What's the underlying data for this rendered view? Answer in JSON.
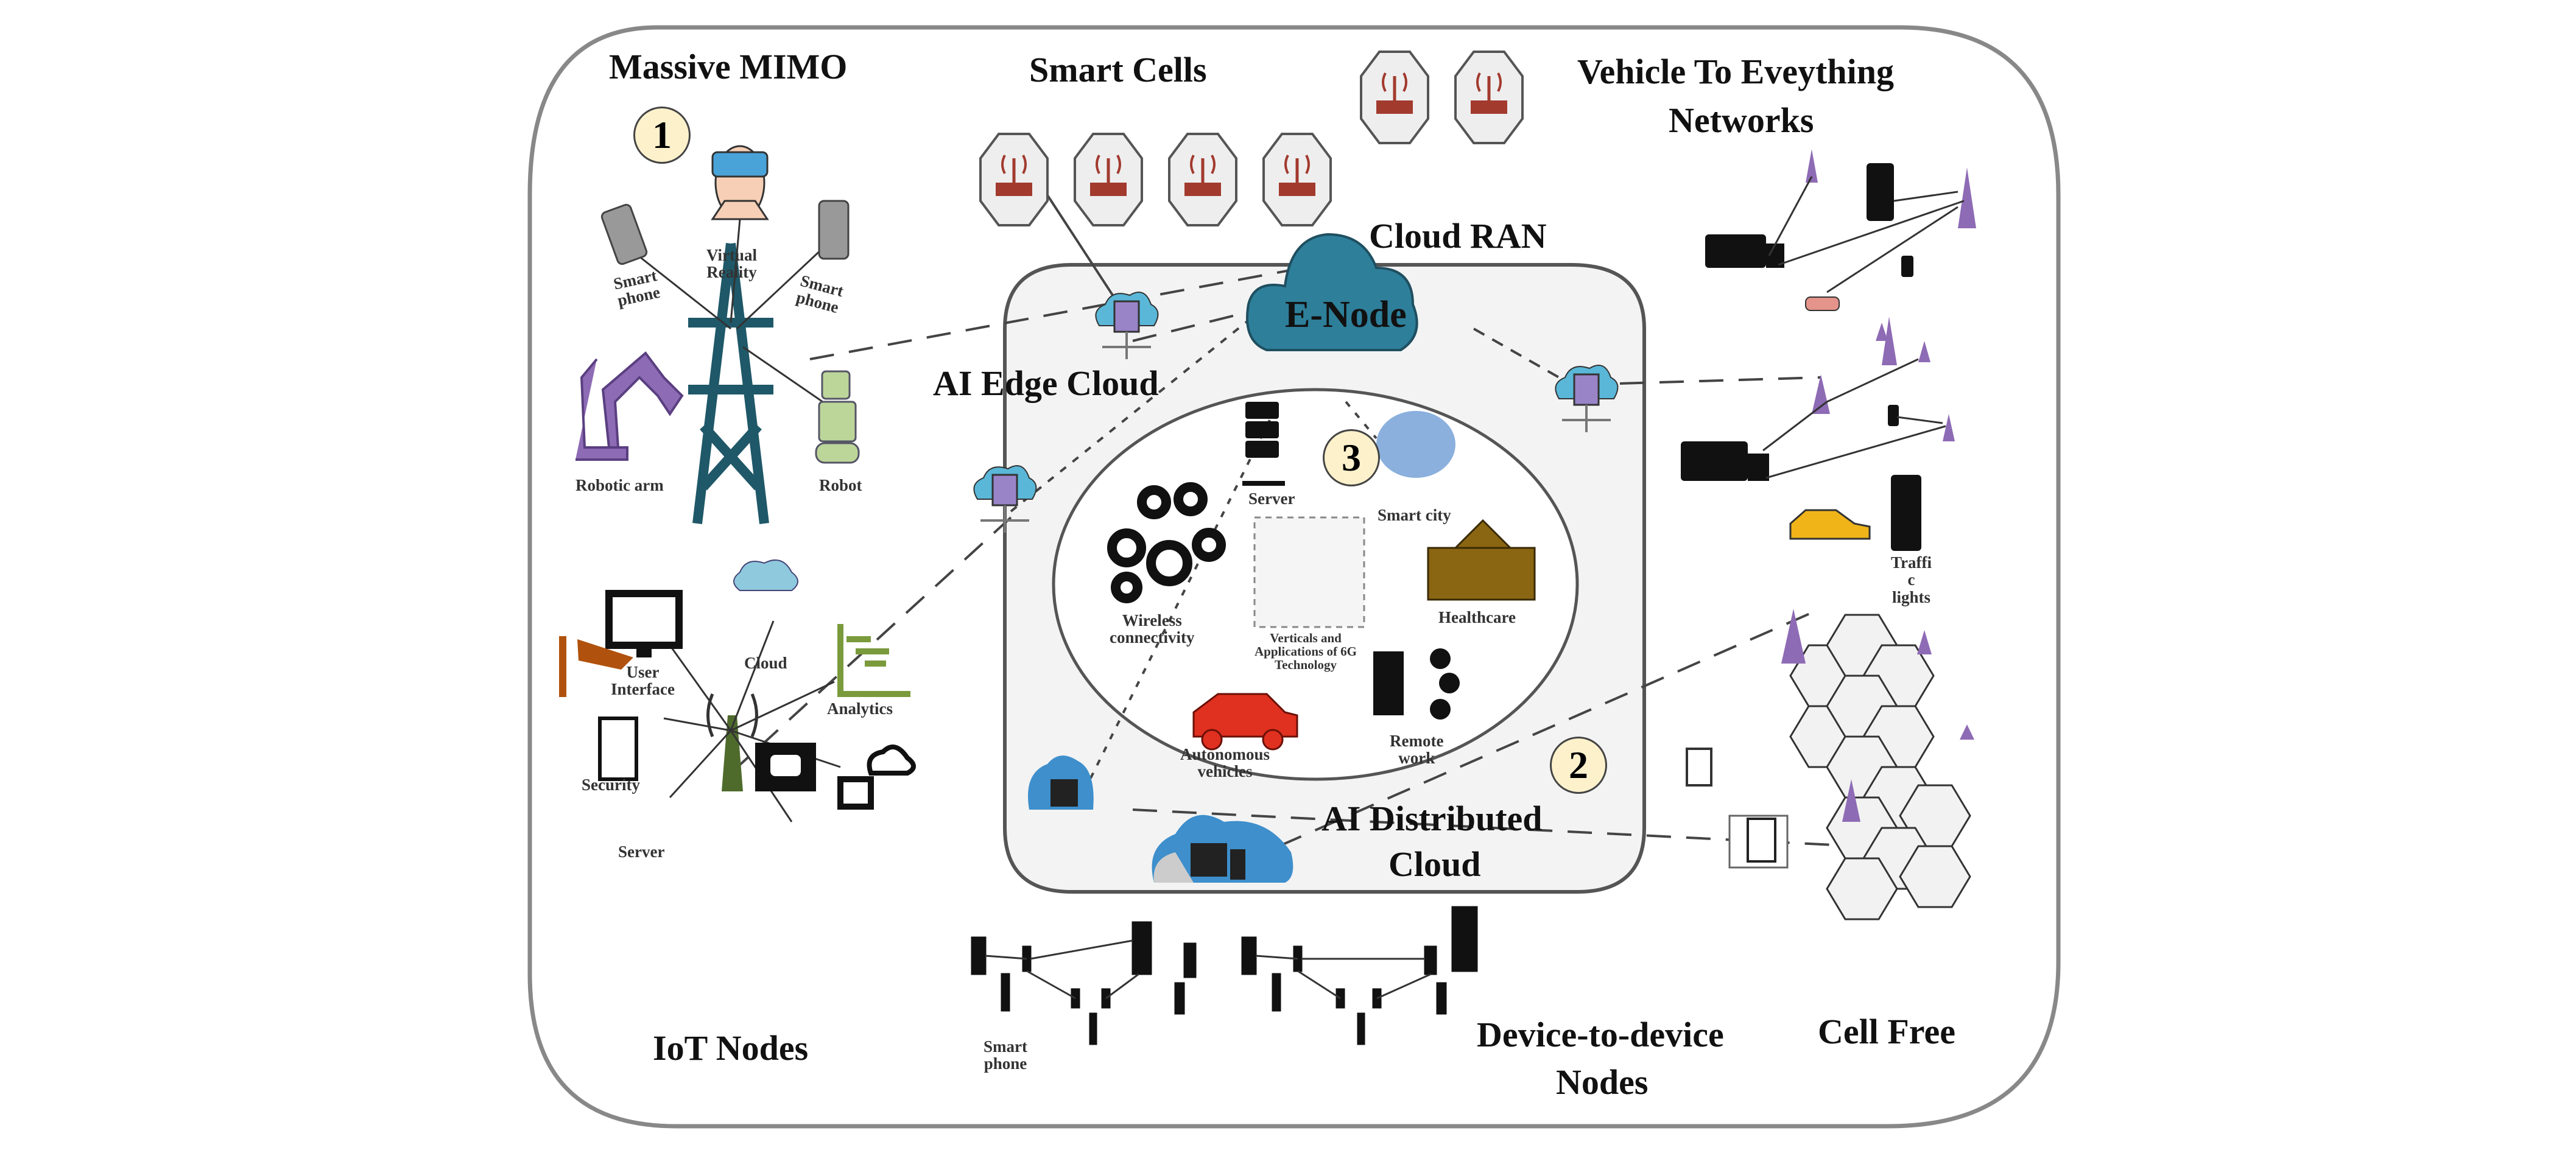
{
  "diagram": {
    "sections": {
      "massive_mimo": "Massive MIMO",
      "smart_cells": "Smart Cells",
      "v2x_line1": "Vehicle To Eveything",
      "v2x_line2": "Networks",
      "cloud_ran": "Cloud RAN",
      "ai_edge_cloud": "AI Edge Cloud",
      "ai_distributed_line1": "AI Distributed",
      "ai_distributed_line2": "Cloud",
      "iot_nodes": "IoT Nodes",
      "d2d_line1": "Device-to-device",
      "d2d_line2": "Nodes",
      "cell_free": "Cell Free"
    },
    "badges": [
      "1",
      "2",
      "3"
    ],
    "enode": "E-Node",
    "mimo_items": {
      "smartphone_left": [
        "Smart",
        "phone"
      ],
      "vr": [
        "Virtual",
        "Reality"
      ],
      "smartphone_right": [
        "Smart",
        "phone"
      ],
      "robotic_arm": "Robotic arm",
      "robot": "Robot"
    },
    "core_items": {
      "server": "Server",
      "smart_city": "Smart city",
      "healthcare": "Healthcare",
      "wireless": [
        "Wireless",
        "connectivity"
      ],
      "verticals": [
        "Verticals and",
        "Applications of 6G",
        "Technology"
      ],
      "autonomous": [
        "Autonomous",
        "vehicles"
      ],
      "remote_work": [
        "Remote",
        "work"
      ]
    },
    "iot_items": {
      "user_interface": [
        "User",
        "Interface"
      ],
      "cloud": "Cloud",
      "analytics": "Analytics",
      "security": "Security",
      "server": "Server"
    },
    "d2d_items": {
      "smartphone": [
        "Smart",
        "phone"
      ]
    },
    "v2x_items": {
      "traffic_lights": [
        "Traffi",
        "c",
        "lights"
      ]
    },
    "colors": {
      "enode_cloud": "#2e7f9a",
      "tower_teal": "#1f5868",
      "router_red": "#a23a2e",
      "purple_tower": "#8e6bb5",
      "badge_fill": "#fdf1cc",
      "panel_fill": "#f3f3f3",
      "iot_tower_green": "#4e6b2c",
      "analytics_green": "#7a9a3c",
      "security_orange": "#b0520e",
      "car_red": "#e0301f",
      "taxi_yellow": "#f0b419",
      "healthcare_brown": "#8a6612",
      "cloud_light": "#8fc9de",
      "cloud_blue": "#3e8fcc"
    }
  }
}
